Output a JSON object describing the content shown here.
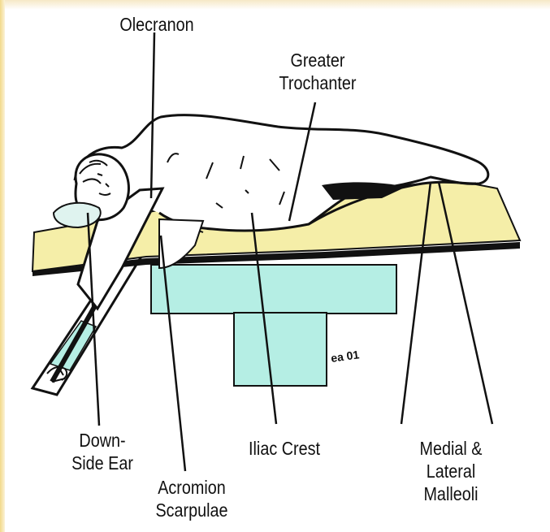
{
  "labels": {
    "olecranon": {
      "lines": [
        "Olecranon"
      ]
    },
    "greater_trochanter": {
      "lines": [
        "Greater",
        "Trochanter"
      ]
    },
    "down_side_ear": {
      "lines": [
        "Down-",
        "Side Ear"
      ]
    },
    "acromion_scapulae": {
      "lines": [
        "Acromion",
        "Scarpulae"
      ]
    },
    "iliac_crest": {
      "lines": [
        "Iliac Crest"
      ]
    },
    "malleoli": {
      "lines": [
        "Medial &",
        "Lateral",
        "Malleoli"
      ]
    }
  },
  "signature": "ea 01",
  "colors": {
    "pad": "#f5eea8",
    "table_base": "#b5eee4",
    "ink": "#111111",
    "page_tint": "#f6e8c6"
  }
}
